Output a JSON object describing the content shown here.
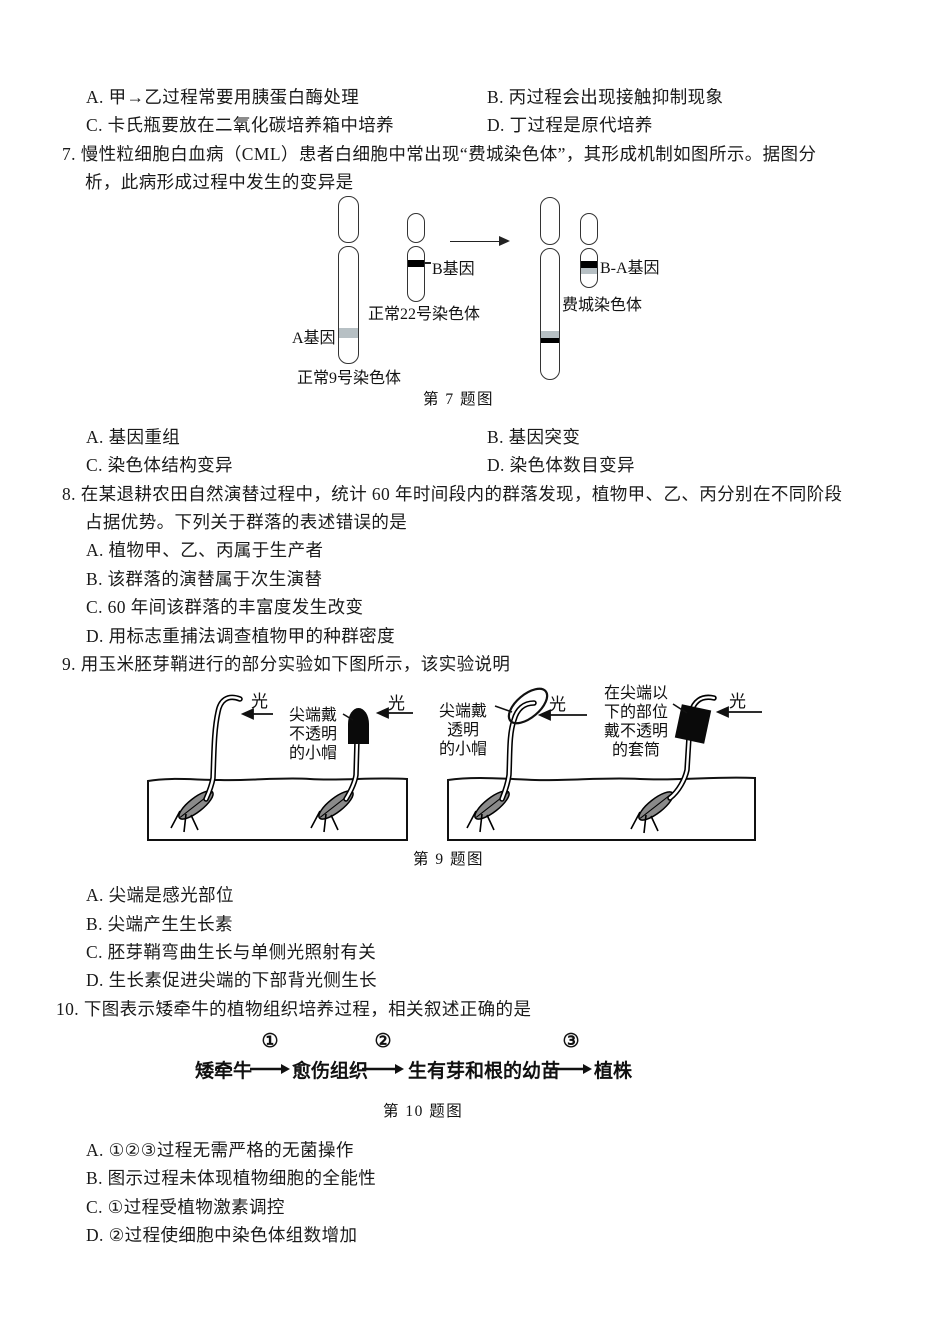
{
  "colors": {
    "text": "#1a1a1a",
    "band_gray": "#b7c0c4",
    "band_black": "#000000"
  },
  "prev_options": {
    "a": "A. 甲→乙过程常要用胰蛋白酶处理",
    "b": "B. 丙过程会出现接触抑制现象",
    "c": "C. 卡氏瓶要放在二氧化碳培养箱中培养",
    "d": "D. 丁过程是原代培养"
  },
  "q7": {
    "line1": "7. 慢性粒细胞白血病（CML）患者白细胞中常出现“费城染色体”，其形成机制如图所示。据图分",
    "line2": "析，此病形成过程中发生的变异是",
    "figure": {
      "gene_a": "A基因",
      "gene_b": "B基因",
      "gene_ba": "B-A基因",
      "chr9_label": "正常9号染色体",
      "chr22_label": "正常22号染色体",
      "philadelphia_label": "费城染色体",
      "caption": "第 7 题图"
    },
    "options": {
      "a": "A. 基因重组",
      "b": "B. 基因突变",
      "c": "C. 染色体结构变异",
      "d": "D. 染色体数目变异"
    }
  },
  "q8": {
    "line1": "8. 在某退耕农田自然演替过程中，统计 60 年时间段内的群落发现，植物甲、乙、丙分别在不同阶段",
    "line2": "占据优势。下列关于群落的表述错误的是",
    "options": {
      "a": "A. 植物甲、乙、丙属于生产者",
      "b": "B. 该群落的演替属于次生演替",
      "c": "C. 60 年间该群落的丰富度发生改变",
      "d": "D. 用标志重捕法调查植物甲的种群密度"
    }
  },
  "q9": {
    "stem": "9. 用玉米胚芽鞘进行的部分实验如下图所示，该实验说明",
    "figure": {
      "light": "光",
      "cap_opaque": "尖端戴\n不透明\n的小帽",
      "cap_transparent": "尖端戴\n透明\n的小帽",
      "sleeve": "在尖端以\n下的部位\n戴不透明\n的套筒",
      "caption": "第 9 题图"
    },
    "options": {
      "a": "A. 尖端是感光部位",
      "b": "B. 尖端产生生长素",
      "c": "C. 胚芽鞘弯曲生长与单侧光照射有关",
      "d": "D. 生长素促进尖端的下部背光侧生长"
    }
  },
  "q10": {
    "stem": "10. 下图表示矮牵牛的植物组织培养过程，相关叙述正确的是",
    "figure": {
      "start": "矮牵牛",
      "step1": "①",
      "node1": "愈伤组织",
      "step2": "②",
      "node2": "生有芽和根的幼苗",
      "step3": "③",
      "end": "植株",
      "caption": "第 10 题图"
    },
    "options": {
      "a": "A. ①②③过程无需严格的无菌操作",
      "b": "B. 图示过程未体现植物细胞的全能性",
      "c": "C. ①过程受植物激素调控",
      "d": "D. ②过程使细胞中染色体组数增加"
    }
  }
}
